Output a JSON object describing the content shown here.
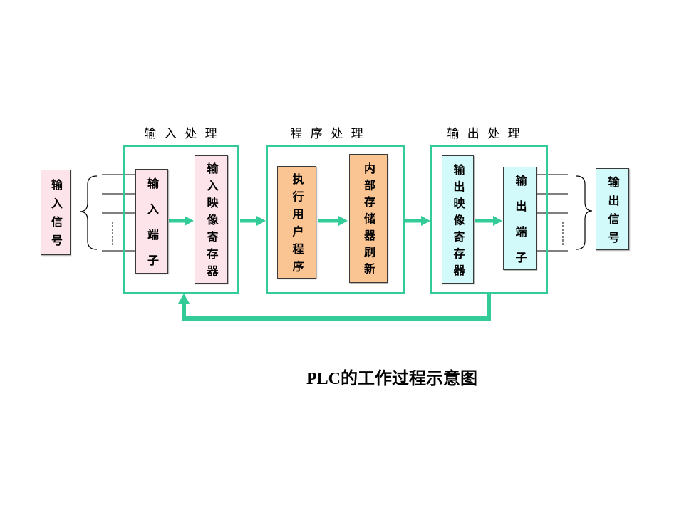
{
  "sections": {
    "input_processing": {
      "title": "输 入 处 理"
    },
    "program_processing": {
      "title": "程 序 处 理"
    },
    "output_processing": {
      "title": "输 出 处 理"
    }
  },
  "blocks": {
    "input_signal": "输入信号",
    "input_terminal": "输入端子",
    "input_image_register": "输入映像寄存器",
    "execute_user_program": "执行用户程序",
    "internal_memory_refresh": "内部存储器刷新",
    "output_image_register": "输出映像寄存器",
    "output_terminal": "输出端子",
    "output_signal": "输出信号"
  },
  "caption": "PLC的工作过程示意图",
  "colors": {
    "flow_green": "#33cc99",
    "input_fill": "#fde3ea",
    "program_fill": "#fbc493",
    "output_fill": "#d2fafa",
    "text": "#000000"
  }
}
